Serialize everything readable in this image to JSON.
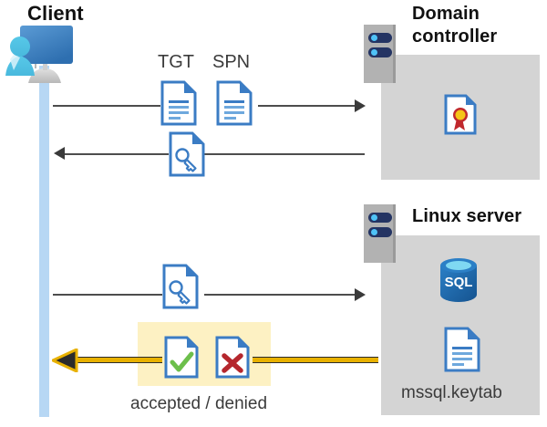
{
  "diagram": {
    "type": "sequence-flow",
    "title_visible": false,
    "actors": {
      "client": {
        "label": "Client",
        "icon": "client-workstation-icon"
      },
      "domain_controller": {
        "label": "Domain controller",
        "icon": "server-rack-icon"
      },
      "linux_server": {
        "label": "Linux server",
        "icon": "server-rack-icon"
      }
    },
    "artifacts": {
      "tgt": {
        "label": "TGT",
        "icon": "document-icon"
      },
      "spn": {
        "label": "SPN",
        "icon": "document-icon"
      },
      "ticket": {
        "icon": "document-key-icon"
      },
      "certificate": {
        "icon": "document-certificate-icon"
      },
      "sql_database": {
        "icon": "sql-database-icon"
      },
      "keytab": {
        "label": "mssql.keytab",
        "icon": "document-icon"
      },
      "accepted": {
        "icon": "document-check-icon"
      },
      "denied": {
        "icon": "document-x-icon"
      }
    },
    "messages": [
      {
        "id": "m1",
        "from": "client",
        "to": "domain_controller",
        "direction": "right",
        "payload": [
          "TGT",
          "SPN"
        ]
      },
      {
        "id": "m2",
        "from": "domain_controller",
        "to": "client",
        "direction": "left",
        "payload": [
          "ticket"
        ]
      },
      {
        "id": "m3",
        "from": "client",
        "to": "linux_server",
        "direction": "right",
        "payload": [
          "ticket"
        ]
      },
      {
        "id": "m4",
        "from": "linux_server",
        "to": "client",
        "direction": "left",
        "payload": [
          "accepted",
          "denied"
        ],
        "style": "gold-highlighted"
      }
    ],
    "verdict_caption": "accepted / denied",
    "colors": {
      "panel_gray": "#d4d4d4",
      "timeline_blue": "#b7d7f4",
      "highlight_yellow": "#fdf1c3",
      "gold_arrow": "#e8b100",
      "doc_blue": "#3b7cc4",
      "accept_green": "#6cbf4b",
      "deny_red": "#b5272d",
      "sql_blue": "#1c6cb5",
      "rack_gray": "#b2b2b2",
      "rack_navy": "#243463",
      "text_dark": "#3b3b3b"
    }
  }
}
